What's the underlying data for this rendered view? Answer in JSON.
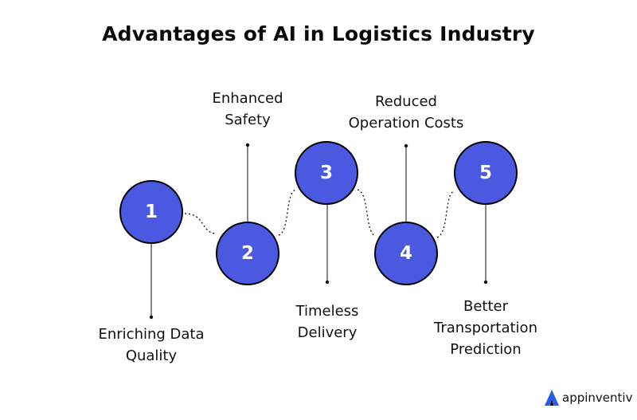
{
  "title": "Advantages of AI in Logistics Industry",
  "colors": {
    "node_fill": "#4b58e0",
    "node_border": "#000000",
    "connector": "#111111",
    "text": "#111111",
    "logo_accent": "#2b5be8"
  },
  "steps": [
    {
      "number": "1",
      "label_lines": [
        "Enriching Data",
        "Quality"
      ]
    },
    {
      "number": "2",
      "label_lines": [
        "Enhanced",
        "Safety"
      ]
    },
    {
      "number": "3",
      "label_lines": [
        "Timeless",
        "Delivery"
      ]
    },
    {
      "number": "4",
      "label_lines": [
        "Reduced",
        "Operation Costs"
      ]
    },
    {
      "number": "5",
      "label_lines": [
        "Better",
        "Transportation",
        "Prediction"
      ]
    }
  ],
  "logo": {
    "icon": "appinventiv-a-icon",
    "text": "appinventiv"
  }
}
